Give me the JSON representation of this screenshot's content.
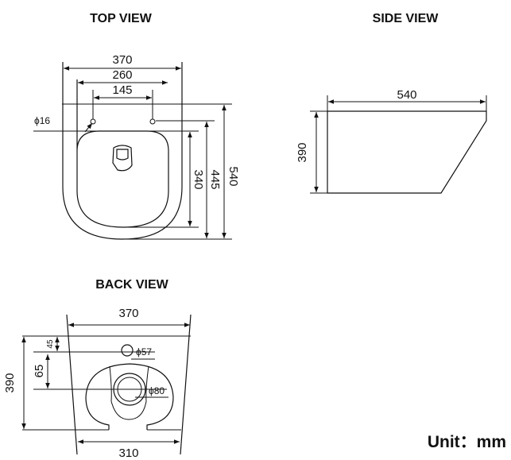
{
  "titles": {
    "top": "TOP VIEW",
    "side": "SIDE VIEW",
    "back": "BACK VIEW"
  },
  "top_view": {
    "width_outer": "370",
    "width_mid": "260",
    "hole_spacing": "145",
    "hole_diameter": "ϕ16",
    "height_340": "340",
    "height_445": "445",
    "length": "540"
  },
  "side_view": {
    "length": "540",
    "height": "390"
  },
  "back_view": {
    "width_top": "370",
    "width_bottom": "310",
    "height": "390",
    "offset_45": "45",
    "offset_65": "65",
    "inlet_diameter": "ϕ57",
    "outlet_diameter": "ϕ80"
  },
  "unit_label": "Unit：mm"
}
